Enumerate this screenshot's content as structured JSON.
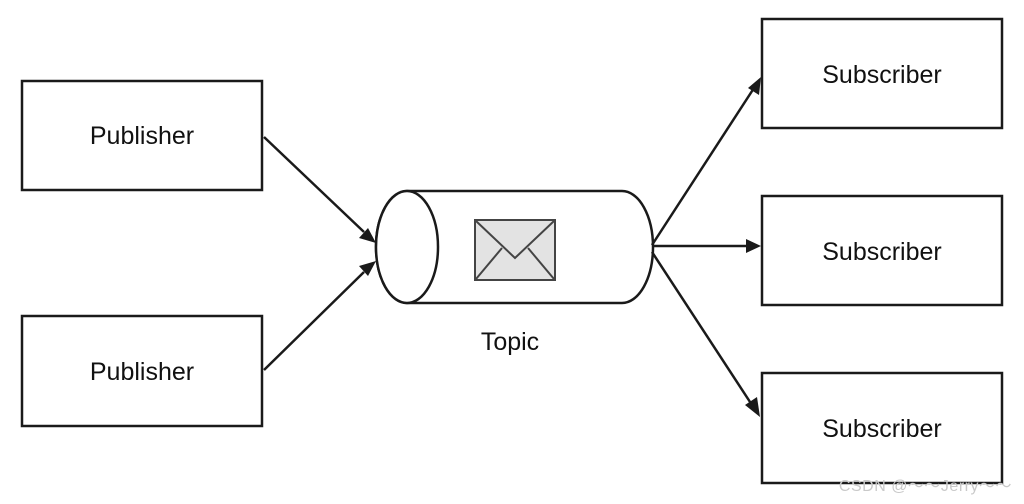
{
  "publishers": [
    {
      "label": "Publisher"
    },
    {
      "label": "Publisher"
    }
  ],
  "topic": {
    "label": "Topic",
    "icon": "envelope-icon"
  },
  "subscribers": [
    {
      "label": "Subscriber"
    },
    {
      "label": "Subscriber"
    },
    {
      "label": "Subscriber"
    }
  ],
  "watermark": "CSDN @～～Jerry～～"
}
